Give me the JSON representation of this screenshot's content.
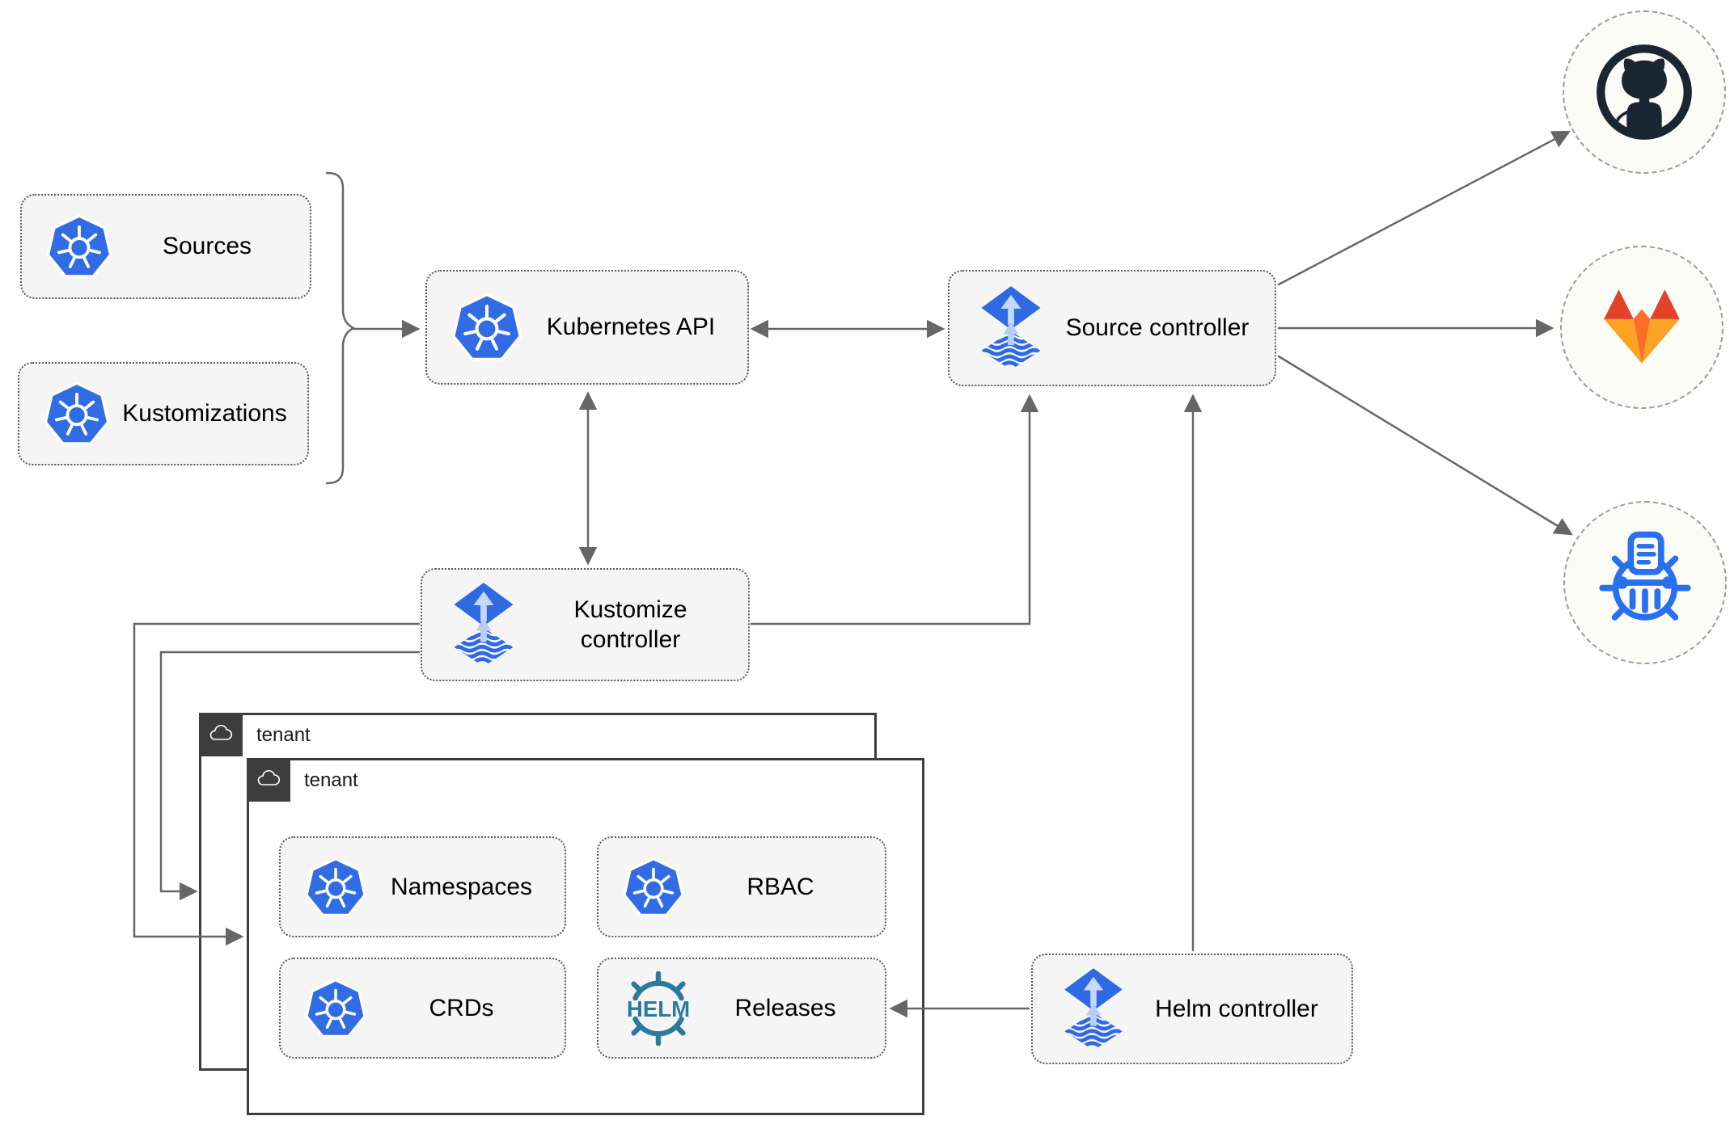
{
  "diagram": {
    "nodes": {
      "sources": {
        "label": "Sources",
        "icon": "kubernetes"
      },
      "kustomizations": {
        "label": "Kustomizations",
        "icon": "kubernetes"
      },
      "kubernetes_api": {
        "label": "Kubernetes API",
        "icon": "kubernetes"
      },
      "source_controller": {
        "label": "Source controller",
        "icon": "flux"
      },
      "kustomize_controller": {
        "label": "Kustomize controller",
        "icon": "flux"
      },
      "helm_controller": {
        "label": "Helm controller",
        "icon": "flux"
      },
      "namespaces": {
        "label": "Namespaces",
        "icon": "kubernetes"
      },
      "rbac": {
        "label": "RBAC",
        "icon": "kubernetes"
      },
      "crds": {
        "label": "CRDs",
        "icon": "kubernetes"
      },
      "releases": {
        "label": "Releases",
        "icon": "helm",
        "icon_text": "HELM"
      },
      "github": {
        "icon": "github-logo"
      },
      "gitlab": {
        "icon": "gitlab-logo"
      },
      "chart_repository": {
        "icon": "chartmuseum-logo"
      }
    },
    "groups": {
      "tenant_back": {
        "label": "tenant",
        "icon": "cloud"
      },
      "tenant_front": {
        "label": "tenant",
        "icon": "cloud"
      }
    },
    "edges": [
      {
        "from": "sources_and_kustomizations",
        "to": "kubernetes_api",
        "style": "brace-arrow"
      },
      {
        "from": "kubernetes_api",
        "to": "source_controller",
        "style": "bidirectional"
      },
      {
        "from": "kubernetes_api",
        "to": "kustomize_controller",
        "style": "bidirectional"
      },
      {
        "from": "kustomize_controller",
        "to": "source_controller",
        "style": "arrow"
      },
      {
        "from": "helm_controller",
        "to": "source_controller",
        "style": "arrow"
      },
      {
        "from": "helm_controller",
        "to": "releases",
        "style": "arrow"
      },
      {
        "from": "kustomize_controller",
        "to": "tenant_front",
        "style": "arrow"
      },
      {
        "from": "kustomize_controller",
        "to": "tenant_back",
        "style": "arrow"
      },
      {
        "from": "source_controller",
        "to": "github",
        "style": "arrow"
      },
      {
        "from": "source_controller",
        "to": "gitlab",
        "style": "arrow"
      },
      {
        "from": "source_controller",
        "to": "chart_repository",
        "style": "arrow"
      }
    ],
    "colors": {
      "node_background": "#f5f5f5",
      "node_border": "#595959",
      "connector": "#666666",
      "kubernetes_blue": "#326ce5",
      "flux_blue": "#2f6ae4",
      "flux_light_blue": "#c6d8f7",
      "helm_teal": "#2b7a9e",
      "github_dark": "#1b2633",
      "gitlab_red": "#e24329",
      "gitlab_orange": "#fc6d26",
      "gitlab_yellow": "#fca326",
      "chartmuseum_blue": "#2970ef",
      "tenant_tab": "#3d3d3d"
    }
  }
}
